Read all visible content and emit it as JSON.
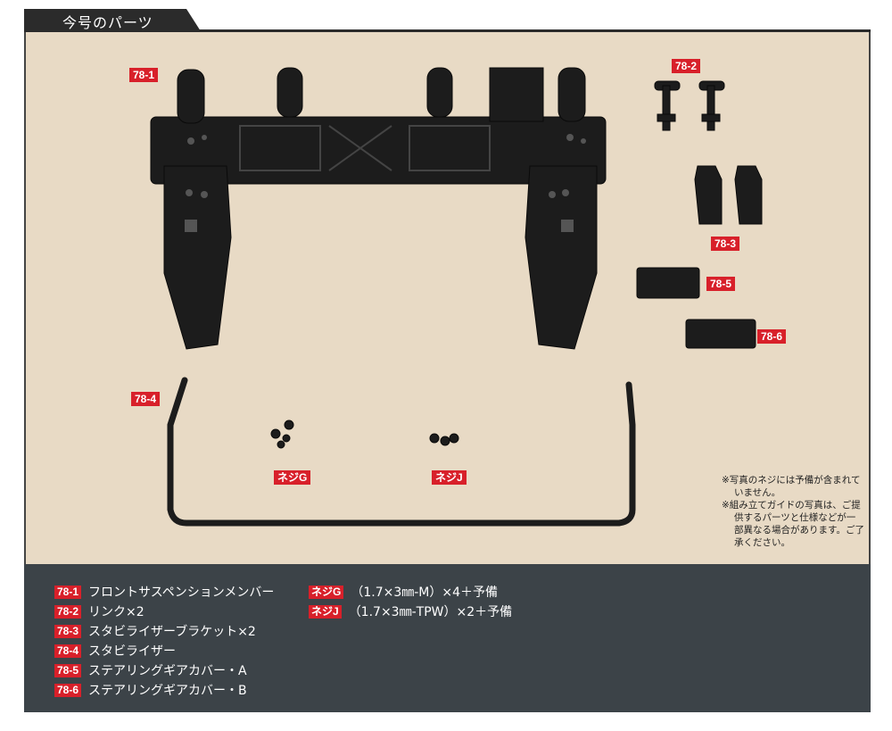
{
  "header": {
    "title": "今号のパーツ"
  },
  "labels": {
    "p78_1": "78-1",
    "p78_2": "78-2",
    "p78_3": "78-3",
    "p78_4": "78-4",
    "p78_5": "78-5",
    "p78_6": "78-6",
    "screw_g": "ネジG",
    "screw_j": "ネジJ"
  },
  "note": {
    "line1": "※写真のネジには予備が含まれていません。",
    "line2": "※組み立てガイドの写真は、ご提供するパーツと仕様などが一部異なる場合があります。ご了承ください。"
  },
  "legend": {
    "left": [
      {
        "code": "78-1",
        "text": "フロントサスペンションメンバー"
      },
      {
        "code": "78-2",
        "text": "リンク×2"
      },
      {
        "code": "78-3",
        "text": "スタビライザーブラケット×2"
      },
      {
        "code": "78-4",
        "text": "スタビライザー"
      },
      {
        "code": "78-5",
        "text": "ステアリングギアカバー・A"
      },
      {
        "code": "78-6",
        "text": "ステアリングギアカバー・B"
      }
    ],
    "right": [
      {
        "code": "ネジG",
        "text": "（1.7×3㎜-M）×4＋予備"
      },
      {
        "code": "ネジJ",
        "text": "（1.7×3㎜-TPW）×2＋予備"
      }
    ]
  },
  "colors": {
    "accent": "#d8202a",
    "panel": "#3c4348",
    "photo_bg": "#e8dac5",
    "part": "#1c1c1c"
  }
}
